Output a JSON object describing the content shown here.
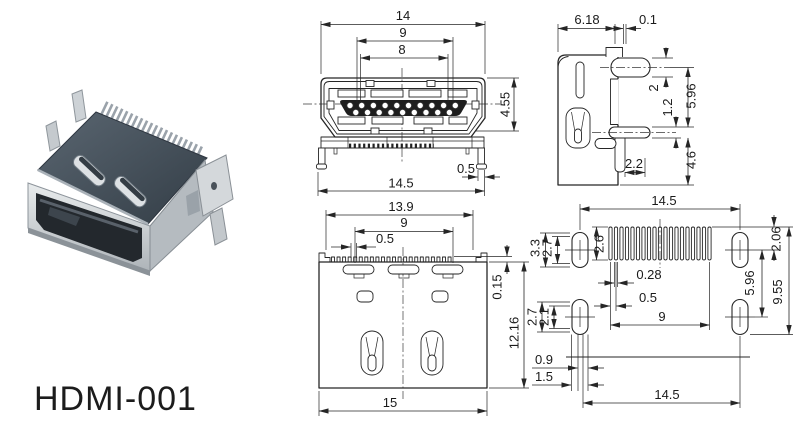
{
  "product": {
    "code": "HDMI-001"
  },
  "drawing": {
    "line_color": "#262626",
    "views": {
      "front": {
        "dims": {
          "body_width": "14",
          "pin_row_outer": "9",
          "pin_row_inner": "8",
          "body_height": "4.55",
          "leg_width": "0.5",
          "leg_span": "14.5"
        }
      },
      "side": {
        "dims": {
          "body_depth": "6.18",
          "tab_offset": "0.1",
          "top_pin_height": "2",
          "row_spacing": "5.96",
          "mid_pin_thickness": "1.2",
          "bottom_height": "4.6",
          "tail_offset": "2.2"
        }
      },
      "top": {
        "dims": {
          "comb_width": "13.9",
          "pin_row_width": "9",
          "pin_pitch": "0.5",
          "tooth_height": "0.15",
          "body_depth": "12.16",
          "body_width": "15"
        }
      },
      "footprint": {
        "dims": {
          "pad_span_top": "14.5",
          "mount_pad_len": "3.3",
          "mount_pad_inner": "2.7",
          "pad_length": "2.6",
          "row_offset": "2.06",
          "row_spacing": "5.96",
          "total_depth": "9.55",
          "pad_width": "0.28",
          "pad_pitch": "0.5",
          "row_width": "9",
          "mount2_len": "2.7",
          "mount2_inner": "2.1",
          "edge_offset_a": "0.9",
          "edge_offset_b": "1.5",
          "pad_span_bottom": "14.5"
        }
      }
    }
  }
}
